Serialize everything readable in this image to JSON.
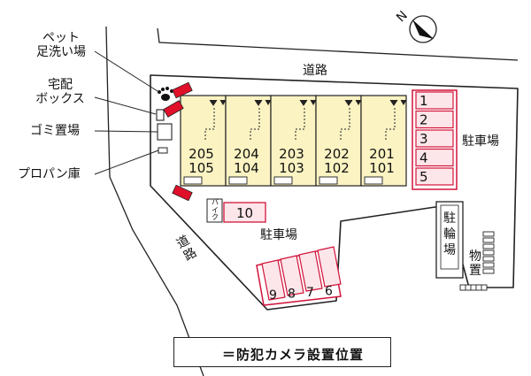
{
  "labels": {
    "pet_wash": [
      "ペット",
      "足洗い場"
    ],
    "delivery_box": [
      "宅配",
      "ボックス"
    ],
    "garbage": "ゴミ置場",
    "propane": "プロパン庫",
    "road_top": "道路",
    "road_left": [
      "道",
      "路"
    ],
    "parking_right": "駐車場",
    "parking_center": "駐車場",
    "bicycle": [
      "駐",
      "輪",
      "場"
    ],
    "storage": [
      "物",
      "置"
    ],
    "bike": [
      "バ",
      "イ",
      "ク"
    ]
  },
  "compass": {
    "label": "N"
  },
  "units": [
    {
      "upper": "205",
      "lower": "105"
    },
    {
      "upper": "204",
      "lower": "104"
    },
    {
      "upper": "203",
      "lower": "103"
    },
    {
      "upper": "202",
      "lower": "102"
    },
    {
      "upper": "201",
      "lower": "101"
    }
  ],
  "parking_right_spaces": [
    "1",
    "2",
    "3",
    "4",
    "5"
  ],
  "parking_bottom_spaces": [
    "9",
    "8",
    "7",
    "6"
  ],
  "bike_space": "10",
  "legend": {
    "text": "＝防犯カメラ設置位置",
    "icon": "camera-icon"
  },
  "colors": {
    "building": "#fbf3c2",
    "parking": "#d2143a",
    "camera": "#e0102a",
    "line": "#222222"
  }
}
